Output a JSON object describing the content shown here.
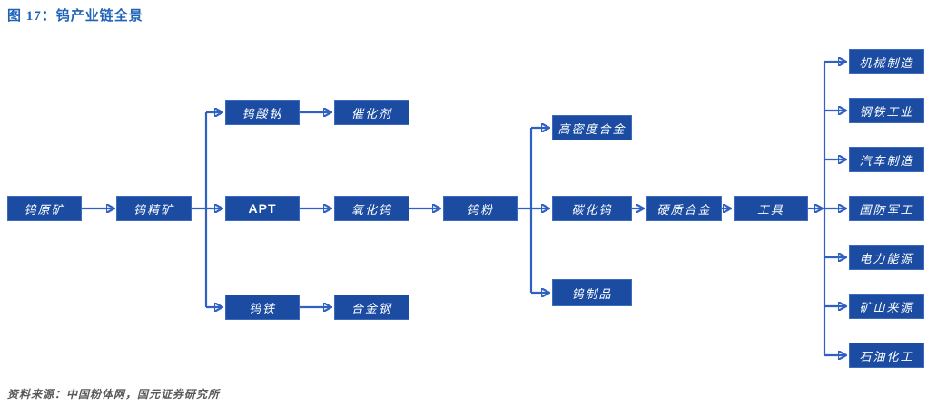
{
  "figure": {
    "title": "图 17：钨产业链全景",
    "source": "资料来源：中国粉体网，国元证券研究所"
  },
  "colors": {
    "box_fill": "#1B4CA1",
    "box_border": "#3D6BBF",
    "arrow_color": "#3060C2",
    "title_color": "#1F63B5",
    "source_color": "#595959"
  },
  "flow": {
    "raw_ore": "钨原矿",
    "concentrate": "钨精矿",
    "sodium_tungstate": "钨酸钠",
    "apt": "APT",
    "ferrotungsten": "钨铁",
    "catalyst": "催化剂",
    "tungsten_oxide": "氧化钨",
    "alloy_steel": "合金钢",
    "tungsten_powder": "钨粉",
    "high_density_alloy": "高密度合金",
    "tungsten_carbide": "碳化钨",
    "tungsten_products": "钨制品",
    "cemented_carbide": "硬质合金",
    "tools": "工具",
    "applications": [
      "机械制造",
      "钢铁工业",
      "汽车制造",
      "国防军工",
      "电力能源",
      "矿山来源",
      "石油化工"
    ]
  }
}
